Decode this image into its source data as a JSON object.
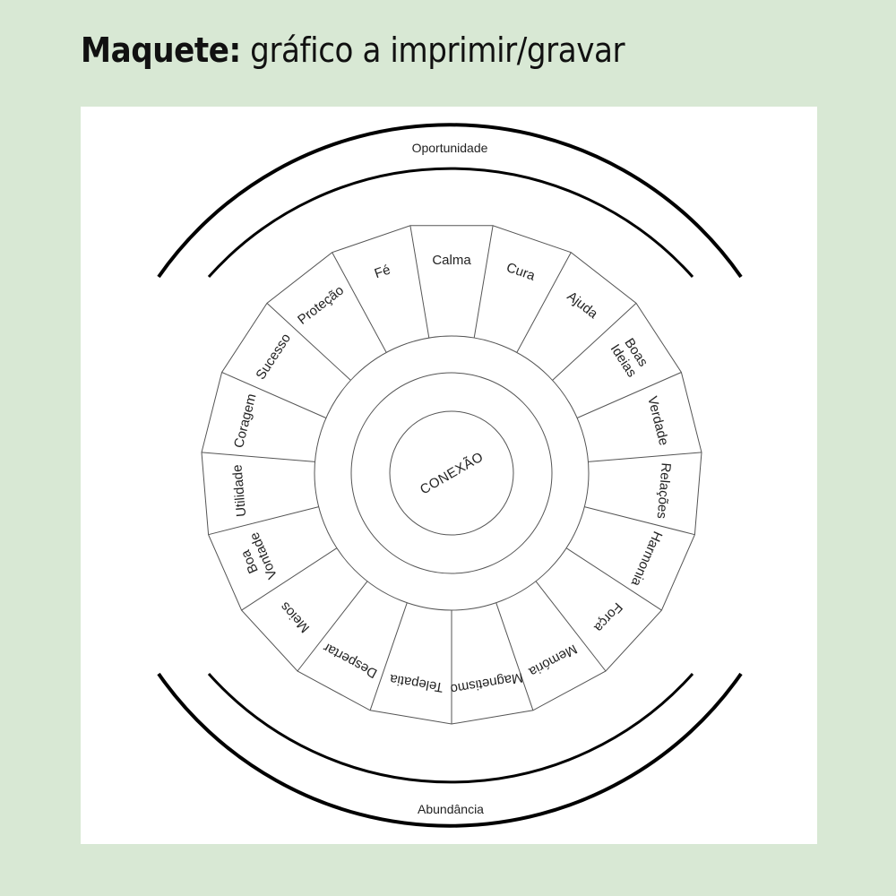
{
  "header": {
    "title_bold": "Maquete:",
    "title_rest": " gráfico a imprimir/gravar"
  },
  "diagram": {
    "center_label": "CONEXÃO",
    "top_arc_label": "Oportunidade",
    "bottom_arc_label": "Abundância",
    "sectors": [
      {
        "label": [
          "Calma"
        ]
      },
      {
        "label": [
          "Cura"
        ]
      },
      {
        "label": [
          "Ajuda"
        ]
      },
      {
        "label": [
          "Boas",
          "Ideias"
        ]
      },
      {
        "label": [
          "Verdade"
        ]
      },
      {
        "label": [
          "Relações"
        ]
      },
      {
        "label": [
          "Harmonia"
        ]
      },
      {
        "label": [
          "Força"
        ]
      },
      {
        "label": [
          "Memória"
        ]
      },
      {
        "label": [
          "Magnetismo"
        ]
      },
      {
        "label": [
          "Telepatia"
        ]
      },
      {
        "label": [
          "Despertar"
        ]
      },
      {
        "label": [
          "Meios"
        ]
      },
      {
        "label": [
          "Boa",
          "Vontade"
        ]
      },
      {
        "label": [
          "Utilidade"
        ]
      },
      {
        "label": [
          "Coragem"
        ]
      },
      {
        "label": [
          "Sucesso"
        ]
      },
      {
        "label": [
          "Proteção"
        ]
      },
      {
        "label": [
          "Fé"
        ]
      }
    ],
    "colors": {
      "background": "#d8e8d4",
      "panel": "#ffffff",
      "lines": "#555555",
      "arcs": "#000000"
    }
  }
}
